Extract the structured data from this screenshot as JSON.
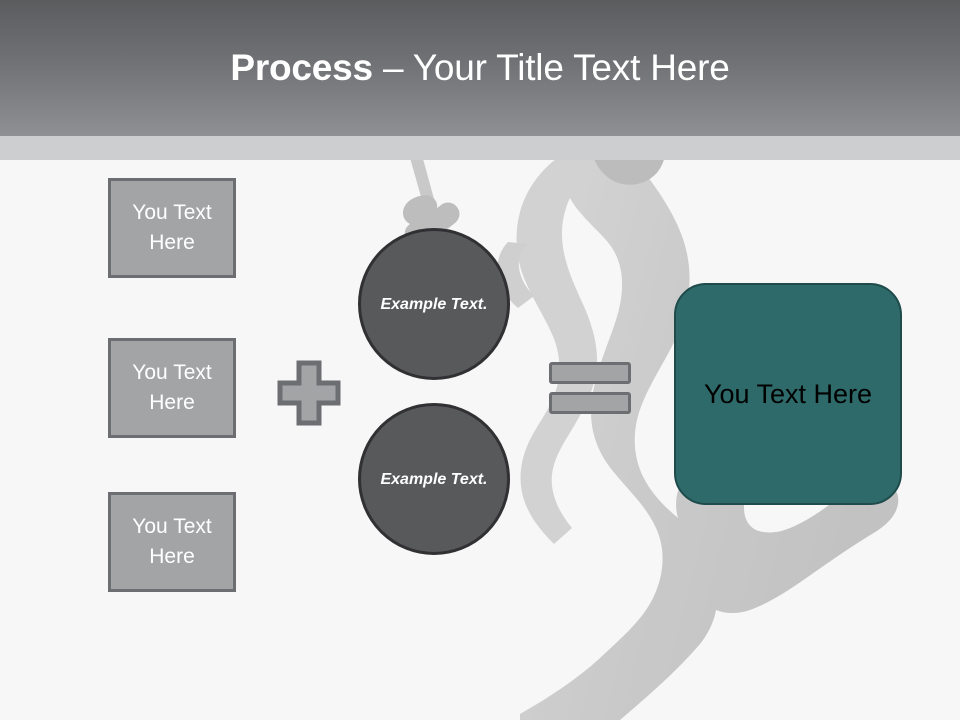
{
  "slide": {
    "title": {
      "strong": "Process",
      "rest": " – Your Title Text Here"
    },
    "colors": {
      "title_band_top": "#5b5c5e",
      "title_band_bottom": "#8e9093",
      "sub_band": "#cdcecf",
      "background": "#f7f7f8",
      "input_box_fill": "#a2a4a6",
      "input_box_border": "#6d6e71",
      "circle_fill": "#58595b",
      "circle_border": "#313133",
      "result_fill": "#2e6a6a",
      "result_border": "#1f4b4b",
      "watermark": "#c9c9c9"
    },
    "inputs": [
      {
        "label": "You Text Here"
      },
      {
        "label": "You Text Here"
      },
      {
        "label": "You Text Here"
      }
    ],
    "operators": {
      "plus": "+",
      "equals": "="
    },
    "circles": [
      {
        "label": "Example Text."
      },
      {
        "label": "Example Text."
      }
    ],
    "result": {
      "label": "You Text Here"
    }
  }
}
